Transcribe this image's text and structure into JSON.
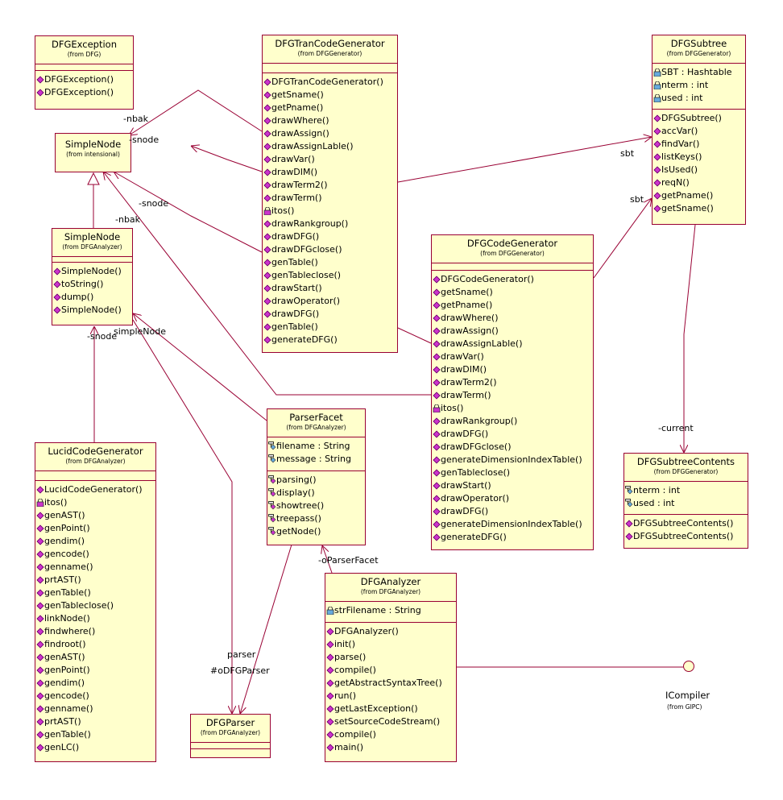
{
  "classes": {
    "dfg_exception": {
      "name": "DFGException",
      "from": "(from DFG)",
      "attrs": [],
      "ops": [
        "DFGException()",
        "DFGException()"
      ]
    },
    "simple_node_intensional": {
      "name": "SimpleNode",
      "from": "(from intensional)"
    },
    "simple_node_analyzer": {
      "name": "SimpleNode",
      "from": "(from DFGAnalyzer)",
      "attrs": [],
      "ops": [
        "SimpleNode()",
        "toString()",
        "dump()",
        "SimpleNode()"
      ]
    },
    "tran_code_gen": {
      "name": "DFGTranCodeGenerator",
      "from": "(from DFGGenerator)",
      "attrs": [],
      "ops": [
        "DFGTranCodeGenerator()",
        "getSname()",
        "getPname()",
        "drawWhere()",
        "drawAssign()",
        "drawAssignLable()",
        "drawVar()",
        "drawDIM()",
        "drawTerm2()",
        "drawTerm()",
        "itos()",
        "drawRankgroup()",
        "drawDFG()",
        "drawDFGclose()",
        "genTable()",
        "genTableclose()",
        "drawStart()",
        "drawOperator()",
        "drawDFG()",
        "genTable()",
        "generateDFG()"
      ],
      "op_icons": [
        "op",
        "op",
        "op",
        "op",
        "op",
        "op",
        "op",
        "op",
        "op",
        "op",
        "priv",
        "op",
        "op",
        "op",
        "op",
        "op",
        "op",
        "op",
        "op",
        "op",
        "op"
      ]
    },
    "subtree": {
      "name": "DFGSubtree",
      "from": "(from DFGGenerator)",
      "attrs": [
        "SBT : Hashtable",
        "nterm : int",
        "used : int"
      ],
      "ops": [
        "DFGSubtree()",
        "accVar()",
        "findVar()",
        "listKeys()",
        "IsUsed()",
        "reqN()",
        "getPname()",
        "getSname()"
      ]
    },
    "code_gen": {
      "name": "DFGCodeGenerator",
      "from": "(from DFGGenerator)",
      "attrs": [],
      "ops": [
        "DFGCodeGenerator()",
        "getSname()",
        "getPname()",
        "drawWhere()",
        "drawAssign()",
        "drawAssignLable()",
        "drawVar()",
        "drawDIM()",
        "drawTerm2()",
        "drawTerm()",
        "itos()",
        "drawRankgroup()",
        "drawDFG()",
        "drawDFGclose()",
        "generateDimensionIndexTable()",
        "genTableclose()",
        "drawStart()",
        "drawOperator()",
        "drawDFG()",
        "generateDimensionIndexTable()",
        "generateDFG()"
      ],
      "op_icons": [
        "op",
        "op",
        "op",
        "op",
        "op",
        "op",
        "op",
        "op",
        "op",
        "op",
        "priv",
        "op",
        "op",
        "op",
        "op",
        "op",
        "op",
        "op",
        "op",
        "op",
        "op"
      ]
    },
    "parser_facet": {
      "name": "ParserFacet",
      "from": "(from DFGAnalyzer)",
      "attrs": [
        "filename : String",
        "message : String"
      ],
      "ops": [
        "parsing()",
        "display()",
        "showtree()",
        "treepass()",
        "getNode()"
      ]
    },
    "lucid_code_gen": {
      "name": "LucidCodeGenerator",
      "from": "(from DFGAnalyzer)",
      "attrs": [],
      "ops": [
        "LucidCodeGenerator()",
        "itos()",
        "genAST()",
        "genPoint()",
        "gendim()",
        "gencode()",
        "genname()",
        "prtAST()",
        "genTable()",
        "genTableclose()",
        "linkNode()",
        "findwhere()",
        "findroot()",
        "genAST()",
        "genPoint()",
        "gendim()",
        "gencode()",
        "genname()",
        "prtAST()",
        "genTable()",
        "genLC()"
      ],
      "op_icons": [
        "op",
        "priv",
        "op",
        "op",
        "op",
        "op",
        "op",
        "op",
        "op",
        "op",
        "op",
        "op",
        "op",
        "op",
        "op",
        "op",
        "op",
        "op",
        "op",
        "op",
        "op"
      ]
    },
    "subtree_contents": {
      "name": "DFGSubtreeContents",
      "from": "(from DFGGenerator)",
      "attrs": [
        "nterm : int",
        "used : int"
      ],
      "ops": [
        "DFGSubtreeContents()",
        "DFGSubtreeContents()"
      ]
    },
    "analyzer": {
      "name": "DFGAnalyzer",
      "from": "(from DFGAnalyzer)",
      "attrs": [
        "strFilename : String"
      ],
      "ops": [
        "DFGAnalyzer()",
        "init()",
        "parse()",
        "compile()",
        "getAbstractSyntaxTree()",
        "run()",
        "getLastException()",
        "setSourceCodeStream()",
        "compile()",
        "main()"
      ]
    },
    "parser": {
      "name": "DFGParser",
      "from": "(from DFGAnalyzer)"
    }
  },
  "interface": {
    "name": "ICompiler",
    "from": "(from GIPC)"
  },
  "labels": {
    "nbak1": "-nbak",
    "snode1": "-snode",
    "snode2": "-snode",
    "nbak2": "-nbak",
    "sbt1": "sbt",
    "sbt2": "sbt",
    "snode3": "-snode",
    "simple_node": "simpleNode",
    "current": "-current",
    "o_parser_facet": "-oParserFacet",
    "parser": "parser",
    "o_dfg_parser": "#oDFGParser"
  },
  "colors": {
    "fill": "#ffffcc",
    "border": "#990033",
    "operation": "#cc33cc"
  }
}
